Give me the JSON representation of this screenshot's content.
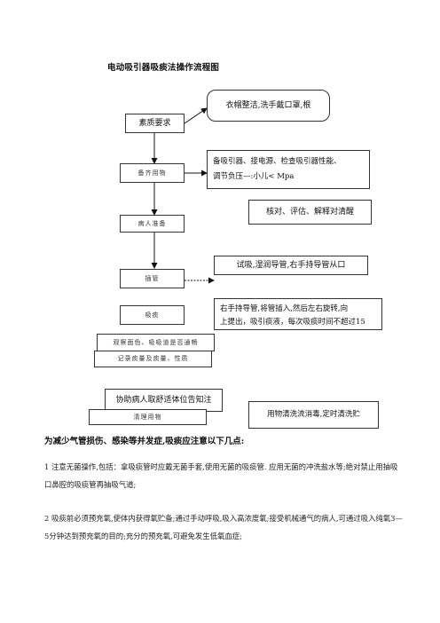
{
  "title": "电动吸引器吸痰法操作流程图",
  "steps": {
    "quality": "素质要求",
    "prep_items": "备齐用物",
    "patient_prep": "病人准备",
    "insert": "插管",
    "suction": "吸痰",
    "observe": "观察面色、吸吸道是否通畅",
    "record": "记录痰量及痰量、性质",
    "assist": "协助病人取舒适体位告知注",
    "cleanup": "清理用物"
  },
  "notes": {
    "attire": "衣帽整洁,洗手戴口罩,根",
    "equipment_line1": "备吸引器、接电源、检查吸引器性能、",
    "equipment_line2": "调节负压—:小儿< Mpa",
    "verify": "核对、评估、解释对清醒",
    "trial": "试吸,湿润导管,右手持导管从口",
    "rotate_line1": "右手持导管,将管插入,然后左右旋转,向",
    "rotate_line2": "上提出，吸引痰液，每次吸痰时间不超过15",
    "disinfect": "用物清洗流消毒,定时清洗贮"
  },
  "precautions": {
    "heading": "为减少气管损伤、感染等并发症,吸痰应注意以下几点:",
    "items": [
      "1 注意无菌操作,包括：拿吸痰管时应戴无菌手套,使用无菌的吸痰管. 应用无菌的冲洗盐水等;绝对禁止用抽吸口鼻腔的吸痰管再抽吸气道;",
      "2 吸痰前必须预充氧,使体内获得氧贮备;通过手动呼吸,吸入高浓度氧;接受机械通气的病人,可通过吸入纯氧3—5分钟达到预充氧的目的;充分的预充氧,可避免发生低氧血症;"
    ]
  }
}
